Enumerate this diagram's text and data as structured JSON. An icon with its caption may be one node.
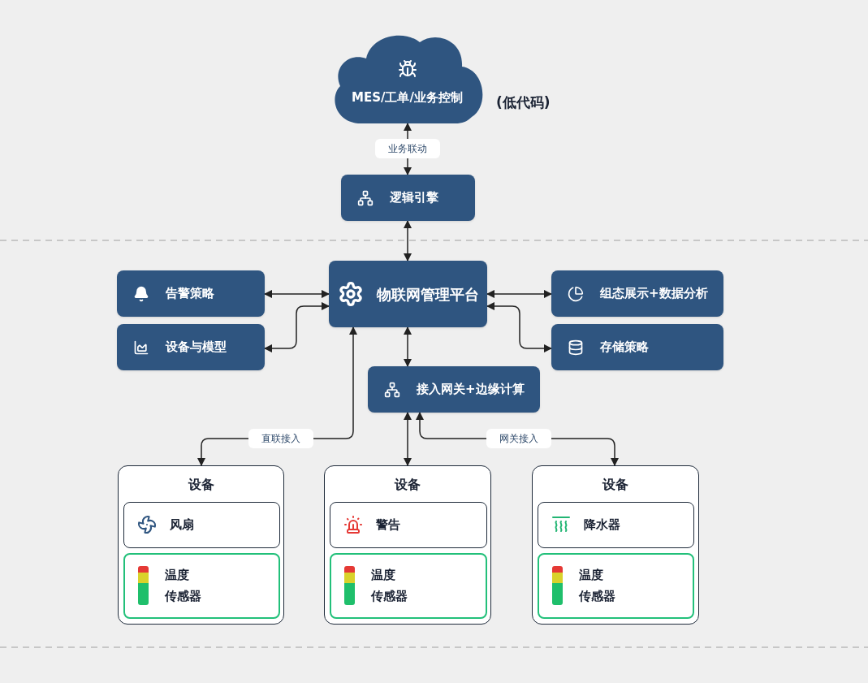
{
  "diagram": {
    "nodes": [
      {
        "text": [
          "MES/工单/业务控制"
        ],
        "beside": [
          "(低代码)"
        ]
      },
      {
        "text": [
          "逻辑引擎"
        ]
      },
      {
        "text": [
          "告警策略"
        ]
      },
      {
        "text": [
          "物联网管理平台"
        ]
      },
      {
        "text": [
          "组态展示+数据分析"
        ]
      },
      {
        "text": [
          "设备与模型"
        ]
      },
      {
        "text": [
          "存储策略"
        ]
      },
      {
        "text": [
          "接入网关+边缘计算"
        ]
      },
      {
        "text": [
          "设备"
        ]
      },
      {
        "text": [
          "风扇"
        ],
        "in": 8
      },
      {
        "text": [
          "温度",
          "传感器"
        ],
        "in": 8
      },
      {
        "text": [
          "设备"
        ]
      },
      {
        "text": [
          "警告"
        ],
        "in": 11
      },
      {
        "text": [
          "温度",
          "传感器"
        ],
        "in": 11
      },
      {
        "text": [
          "设备"
        ]
      },
      {
        "text": [
          "降水器"
        ],
        "in": 14
      },
      {
        "text": [
          "温度",
          "传感器"
        ],
        "in": 14
      }
    ],
    "edges": [
      {
        "from": 0,
        "to": 1,
        "arrow": "both",
        "label": "业务联动"
      },
      {
        "from": 1,
        "to": 3,
        "arrow": "both"
      },
      {
        "from": 2,
        "to": 3,
        "arrow": "both"
      },
      {
        "from": 5,
        "to": 3,
        "arrow": "both"
      },
      {
        "from": 3,
        "to": 4,
        "arrow": "both"
      },
      {
        "from": 3,
        "to": 6,
        "arrow": "both"
      },
      {
        "from": 3,
        "to": 7,
        "arrow": "both"
      },
      {
        "from": 3,
        "to": 8,
        "arrow": "both",
        "label": "直联接入"
      },
      {
        "from": 7,
        "to": 11,
        "arrow": "both"
      },
      {
        "from": 7,
        "to": 14,
        "arrow": "both",
        "label": "网关接入"
      }
    ]
  }
}
